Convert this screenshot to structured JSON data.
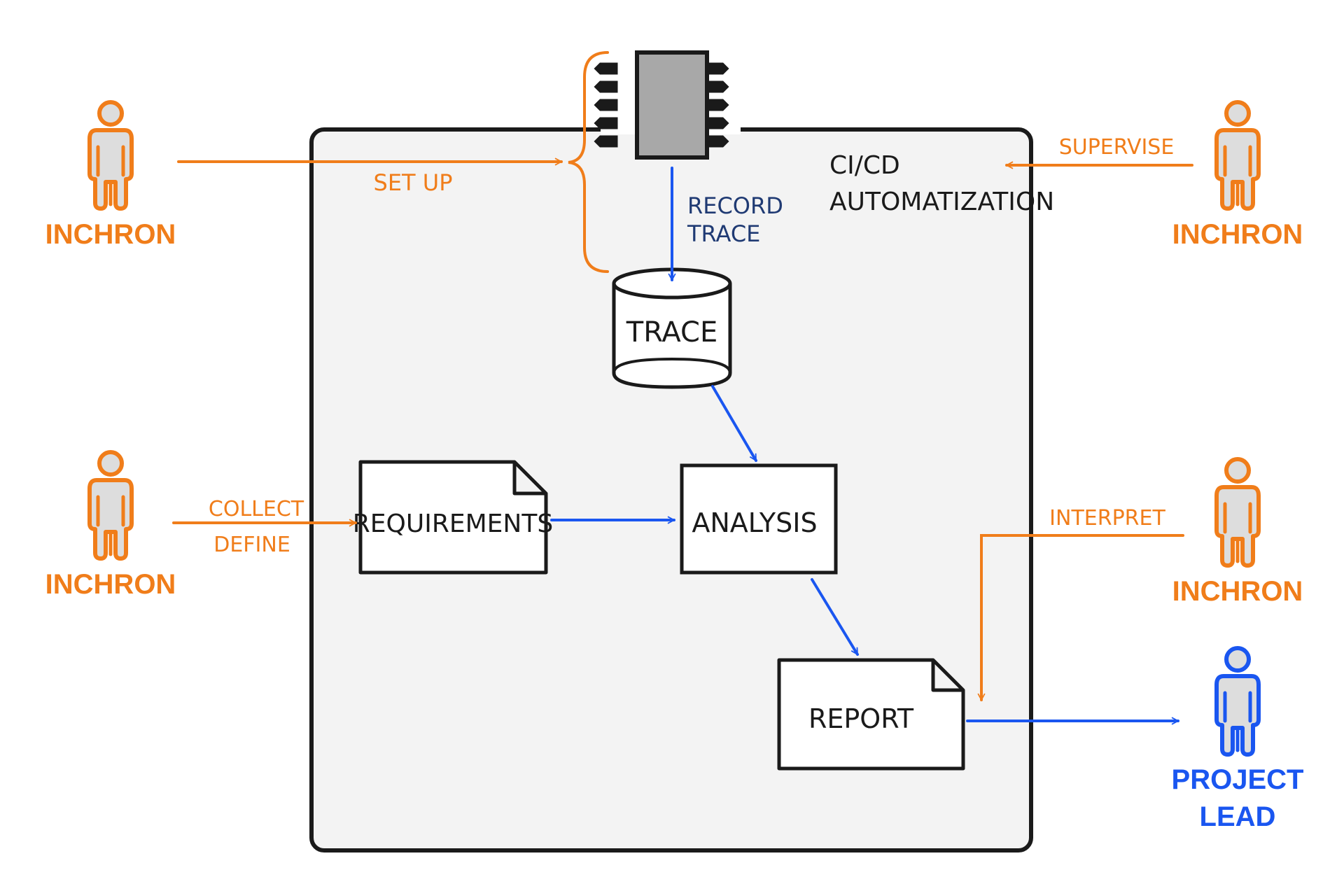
{
  "colors": {
    "orange": "#f07d1a",
    "blue": "#1a56f0",
    "navy": "#1f3a73",
    "ink": "#1a1a1a",
    "container_fill": "#f3f3f3",
    "chip_fill": "#a8a8a8",
    "person_fill": "#dddddd"
  },
  "container": {
    "title_line1": "CI/CD",
    "title_line2": "AUTOMATIZATION"
  },
  "nodes": {
    "trace": "TRACE",
    "requirements": "REQUIREMENTS",
    "analysis": "ANALYSIS",
    "report": "REPORT"
  },
  "actors": {
    "top_left": "INCHRON",
    "mid_left": "INCHRON",
    "top_right": "INCHRON",
    "mid_right": "INCHRON",
    "bottom_right_line1": "PROJECT",
    "bottom_right_line2": "LEAD"
  },
  "edge_labels": {
    "set_up": "SET UP",
    "record_line1": "RECORD",
    "record_line2": "TRACE",
    "supervise": "SUPERVISE",
    "collect": "COLLECT",
    "define": "DEFINE",
    "interpret": "INTERPRET"
  },
  "icons": {
    "chip": "microchip-icon",
    "person": "person-icon",
    "database": "database-cylinder-icon",
    "document": "document-icon"
  }
}
